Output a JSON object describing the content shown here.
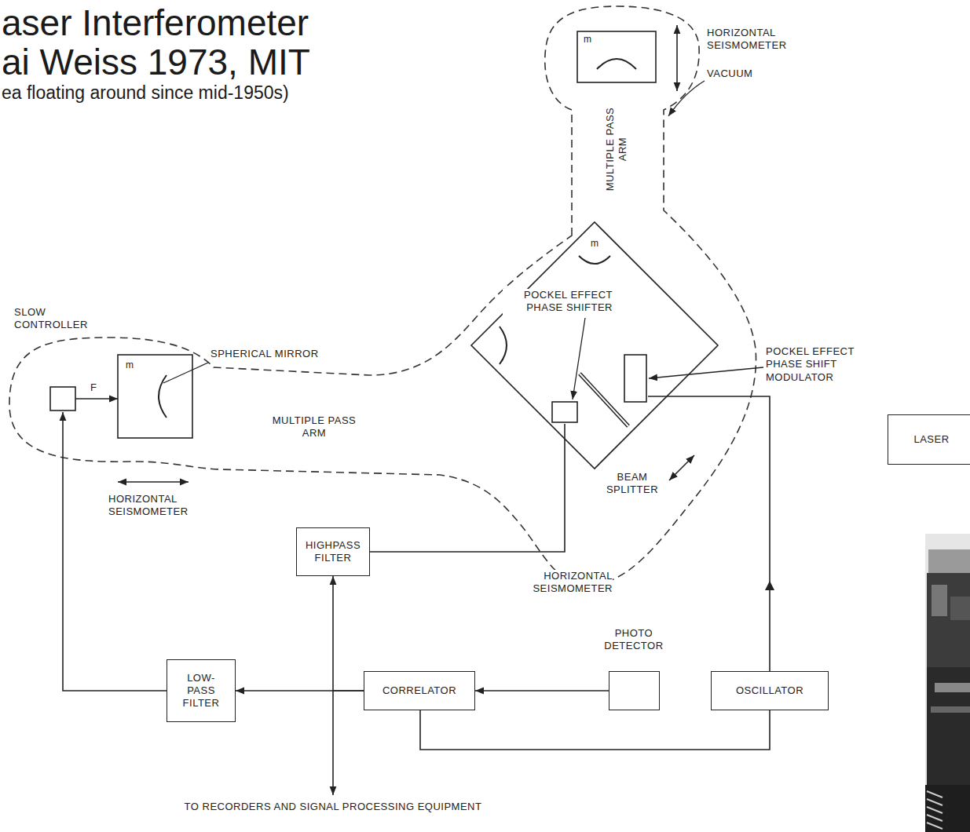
{
  "diagram": {
    "title": "aser Interferometer",
    "nodes": [
      {
        "text": [
          "LASER"
        ]
      },
      {
        "text": [
          "HIGHPASS FILTER"
        ]
      },
      {
        "text": [
          "LOW-PASS FILTER"
        ]
      },
      {
        "text": [
          "CORRELATOR"
        ]
      },
      {
        "text": [
          "PHOTO DETECTOR"
        ]
      },
      {
        "text": [
          "OSCILLATOR"
        ]
      }
    ],
    "edges": [
      {
        "from": 3,
        "to": 2,
        "arrow": "to"
      },
      {
        "from": 3,
        "to": 1,
        "arrow": "to"
      },
      {
        "from": 4,
        "to": 3,
        "arrow": "to"
      },
      {
        "from": 5,
        "to": 3,
        "arrow": "none"
      }
    ],
    "labels": [
      "ai Weiss 1973, MIT",
      "ea floating around since mid-1950s)",
      "m",
      "HORIZONTAL SEISMOMETER",
      "MULTIPLE PASS ARM",
      "VACUUM",
      "POCKEL EFFECT PHASE SHIFTER",
      "m",
      "POCKEL EFFECT PHASE SHIFT MODULATOR",
      "SLOW CONTROLLER",
      "SPHERICAL MIRROR",
      "m",
      "F",
      "MULTIPLE PASS ARM",
      "BEAM SPLITTER",
      "HORIZONTAL SEISMOMETER",
      "HORIZONTAL SEISMOMETER",
      "TO RECORDERS AND SIGNAL PROCESSING EQUIPMENT"
    ]
  }
}
